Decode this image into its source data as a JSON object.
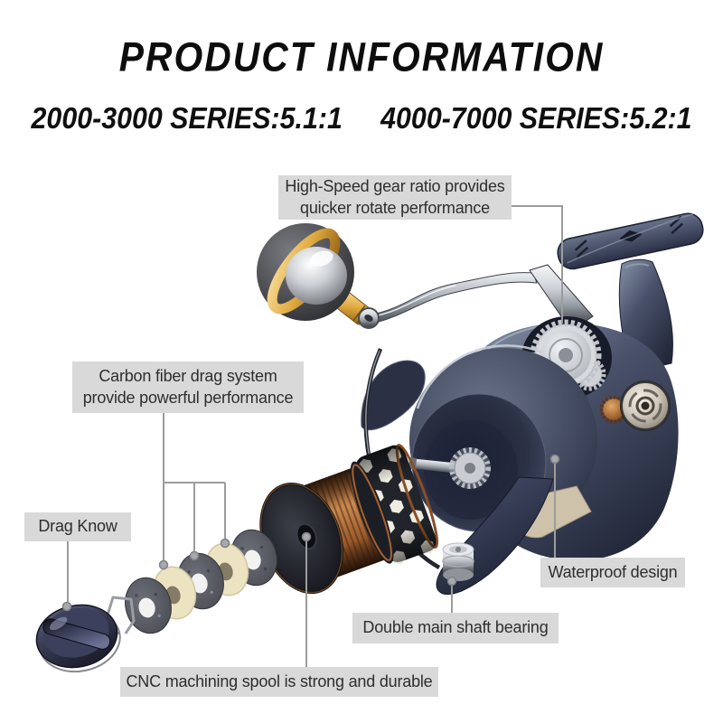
{
  "header": {
    "title": "PRODUCT INFORMATION",
    "series_left": "2000-3000 SERIES:5.1:1",
    "series_right": "4000-7000 SERIES:5.2:1"
  },
  "callouts": [
    {
      "id": "gear-ratio",
      "text": "High-Speed gear ratio provides\nquicker rotate performance"
    },
    {
      "id": "carbon-drag",
      "text": "Carbon fiber drag system\nprovide powerful performance"
    },
    {
      "id": "drag-knob",
      "text": "Drag Know"
    },
    {
      "id": "waterproof",
      "text": "Waterproof design"
    },
    {
      "id": "shaft-bearing",
      "text": "Double main shaft bearing"
    },
    {
      "id": "cnc-spool",
      "text": "CNC machining spool is strong and durable"
    }
  ],
  "colors": {
    "label_bg": "#d9d9d9",
    "label_text": "#2e2e2e",
    "heading": "#0d0d0d",
    "connector_line": "#9c9c9c",
    "reel_body_navy": "#3b4259",
    "gold": "#d9a841",
    "copper": "#9a5a2c",
    "bearing_green": "#35a94c"
  }
}
